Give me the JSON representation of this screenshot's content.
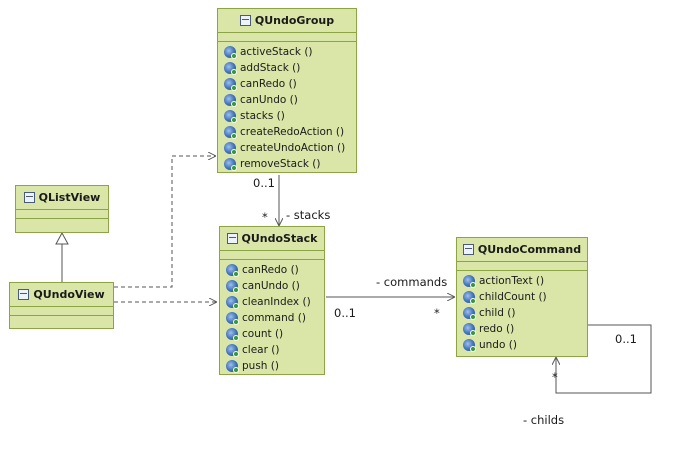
{
  "classes": {
    "undo_group": {
      "name": "QUndoGroup",
      "operations": [
        "activeStack ()",
        "addStack ()",
        "canRedo ()",
        "canUndo ()",
        "stacks ()",
        "createRedoAction ()",
        "createUndoAction ()",
        "removeStack ()"
      ]
    },
    "list_view": {
      "name": "QListView"
    },
    "undo_view": {
      "name": "QUndoView"
    },
    "undo_stack": {
      "name": "QUndoStack",
      "operations": [
        "canRedo ()",
        "canUndo ()",
        "cleanIndex ()",
        "command ()",
        "count ()",
        "clear ()",
        "push ()"
      ]
    },
    "undo_command": {
      "name": "QUndoCommand",
      "operations": [
        "actionText ()",
        "childCount ()",
        "child ()",
        "redo ()",
        "undo ()"
      ]
    }
  },
  "labels": {
    "group_stack_mult_group": "0..1",
    "group_stack_mult_stack": "*",
    "group_stack_role": "- stacks",
    "stack_command_role": "- commands",
    "stack_command_mult_stack": "0..1",
    "stack_command_mult_command": "*",
    "self_mult_parent": "0..1",
    "self_mult_child": "*",
    "self_role": "- childs"
  },
  "colors": {
    "class_fill": "#d9e6a8",
    "class_border": "#8ca444",
    "line": "#555555"
  }
}
